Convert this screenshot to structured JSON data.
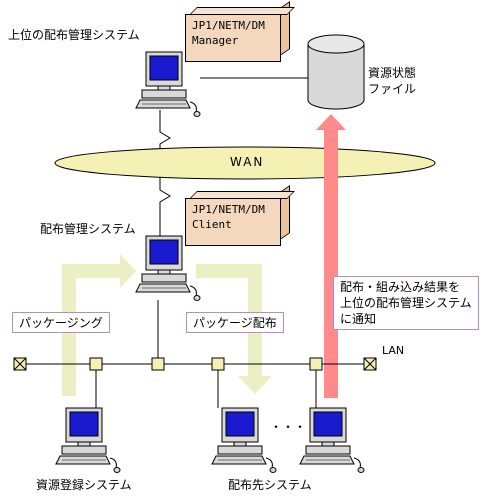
{
  "labels": {
    "upper_system": "上位の配布管理システム",
    "manager_box": [
      "JP1/NETM/DM",
      "Manager"
    ],
    "resource_file": [
      "資源状態",
      "ファイル"
    ],
    "wan": "WAN",
    "dist_system": "配布管理システム",
    "client_box": [
      "JP1/NETM/DM",
      "Client"
    ],
    "notify": [
      "配布・組み込み結果を",
      "上位の配布管理システム",
      "に通知"
    ],
    "packaging": "パッケージング",
    "package_dist": "パッケージ配布",
    "lan": "LAN",
    "ellipsis": "・・・",
    "resource_reg": "資源登録システム",
    "destination": "配布先システム"
  },
  "colors": {
    "box_fill": "#f3d8bd",
    "wan_fill": "#f5f0b4",
    "arrow_light": "#ecefc4",
    "arrow_red": "#ff8a8a",
    "pill_border": "#b48cc8",
    "monitor_screen": "#1a1ad0",
    "pc_body": "#d9d9d9"
  }
}
